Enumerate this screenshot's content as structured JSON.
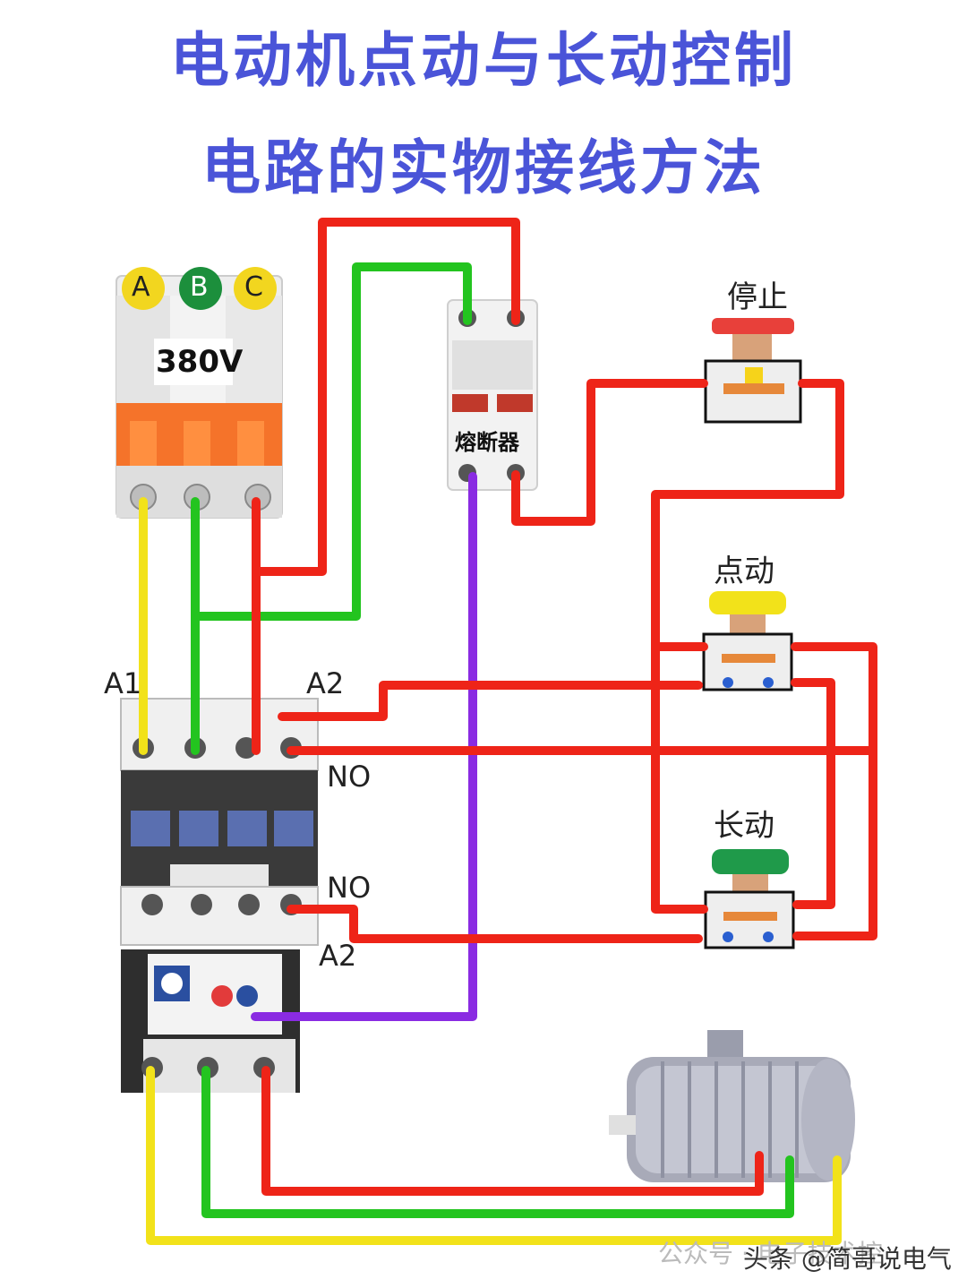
{
  "title_line1": "电动机点动与长动控制",
  "title_line2": "电路的实物接线方法",
  "breaker": {
    "phase_a": "A",
    "phase_b": "B",
    "phase_c": "C",
    "voltage": "380V"
  },
  "fuse": {
    "label": "熔断器"
  },
  "buttons": {
    "stop": "停止",
    "jog": "点动",
    "run": "长动"
  },
  "contactor": {
    "a1": "A1",
    "a2_top": "A2",
    "no_top": "NO",
    "no_bottom": "NO",
    "a2_bottom": "A2"
  },
  "watermark": {
    "left": "公众号 · 电子技术控",
    "right": "头条 @简哥说电气"
  },
  "colors": {
    "title": "#4a54d8",
    "phase_a": "#f2e21a",
    "phase_b": "#23c41f",
    "phase_c": "#ee2418",
    "neutral": "#8a2be2"
  }
}
